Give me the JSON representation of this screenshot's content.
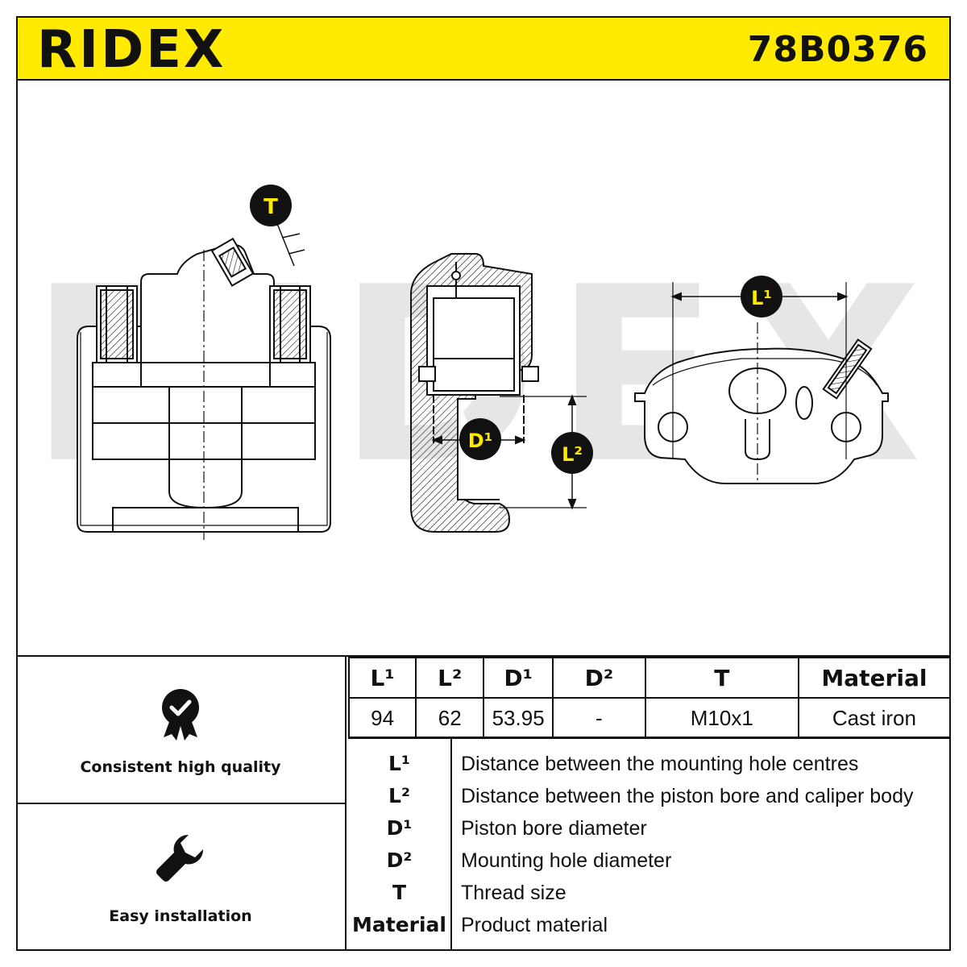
{
  "header": {
    "brand": "RIDEX",
    "part_number": "78B0376",
    "bg_color": "#ffea00"
  },
  "drawing": {
    "watermark": "RIDEX",
    "markers": {
      "thread": "T",
      "l1": "L¹",
      "l2": "L²",
      "d1": "D¹"
    }
  },
  "features": [
    {
      "icon": "quality-badge-icon",
      "label": "Consistent high quality"
    },
    {
      "icon": "wrench-icon",
      "label": "Easy installation"
    }
  ],
  "spec_table": {
    "headers": [
      "L¹",
      "L²",
      "D¹",
      "D²",
      "T",
      "Material"
    ],
    "values": [
      "94",
      "62",
      "53.95",
      "-",
      "M10x1",
      "Cast iron"
    ]
  },
  "legend": [
    {
      "key": "L¹",
      "desc": "Distance between the mounting hole centres"
    },
    {
      "key": "L²",
      "desc": "Distance between the piston bore and caliper body"
    },
    {
      "key": "D¹",
      "desc": "Piston bore diameter"
    },
    {
      "key": "D²",
      "desc": "Mounting hole diameter"
    },
    {
      "key": "T",
      "desc": "Thread size"
    },
    {
      "key": "Material",
      "desc": "Product material"
    }
  ]
}
